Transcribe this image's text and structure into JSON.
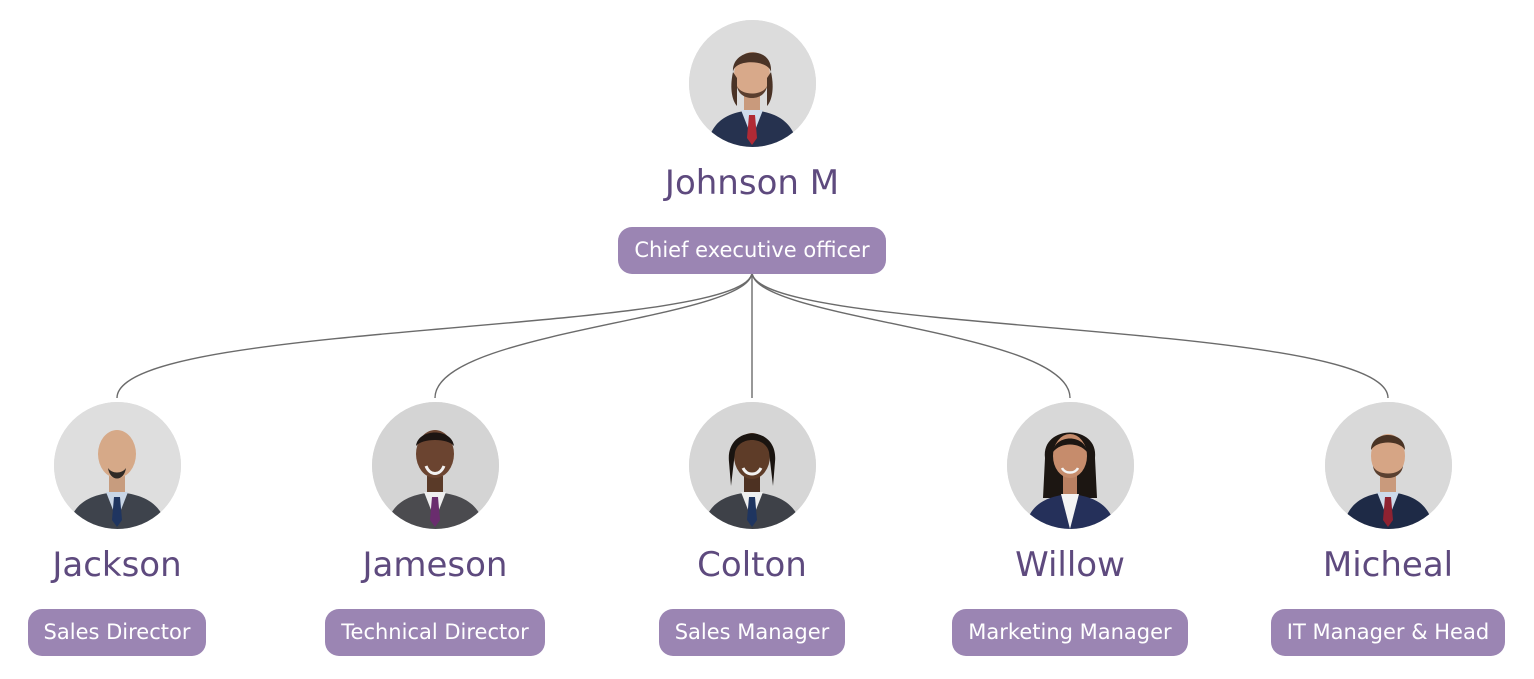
{
  "accent": {
    "name_color": "#5e4a7e",
    "badge_color": "#9b85b3",
    "connector_color": "#6b6b6b"
  },
  "root": {
    "name": "Johnson M",
    "role": "Chief executive officer",
    "avatar": "man-long-hair-beard-red-tie"
  },
  "children": [
    {
      "name": "Jackson",
      "role": "Sales Director",
      "avatar": "man-bald-goatee-blue-tie"
    },
    {
      "name": "Jameson",
      "role": "Technical Director",
      "avatar": "man-short-hair-purple-tie"
    },
    {
      "name": "Colton",
      "role": "Sales Manager",
      "avatar": "man-locs-blue-tie"
    },
    {
      "name": "Willow",
      "role": "Marketing Manager",
      "avatar": "woman-long-dark-hair-navy-blazer"
    },
    {
      "name": "Micheal",
      "role": "IT Manager & Head",
      "avatar": "man-short-hair-beard-red-tie"
    }
  ]
}
